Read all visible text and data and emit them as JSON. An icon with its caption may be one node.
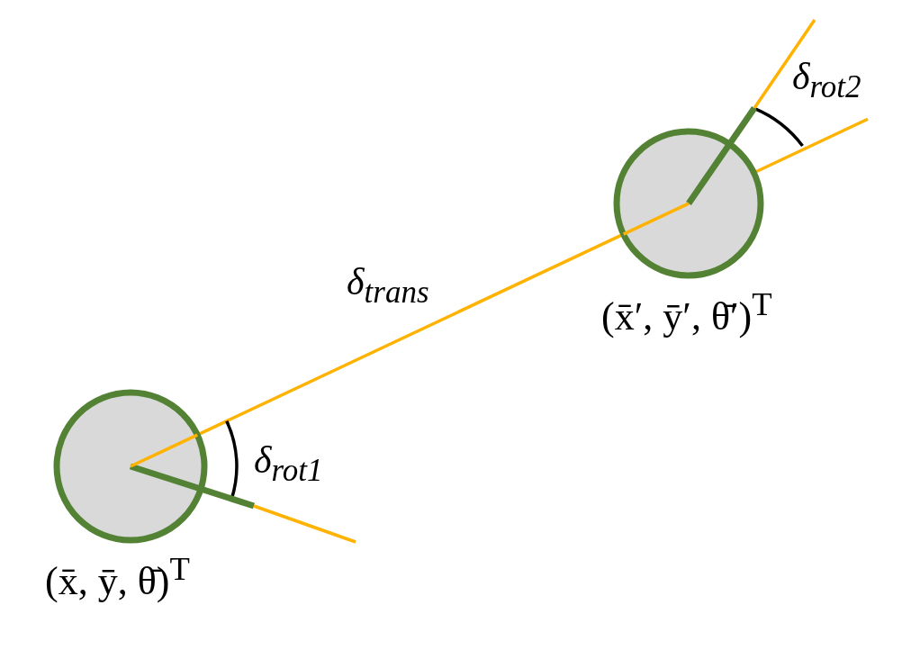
{
  "diagram": {
    "nodes": [
      {
        "text": [],
        "shape": "circle",
        "beside": [
          "(x̄, ȳ, θ̄)$^{T}$"
        ]
      },
      {
        "text": [],
        "shape": "circle",
        "beside": [
          "(x̄′, ȳ′, θ̄′)$^{T}$"
        ]
      }
    ],
    "edges": [
      {
        "from": 0,
        "to": 1,
        "arrow": "none",
        "label": "δ$_{trans}$",
        "color": "#ffb300"
      }
    ],
    "labels": [
      "δ$_{rot1}$",
      "δ$_{rot2}$"
    ]
  }
}
